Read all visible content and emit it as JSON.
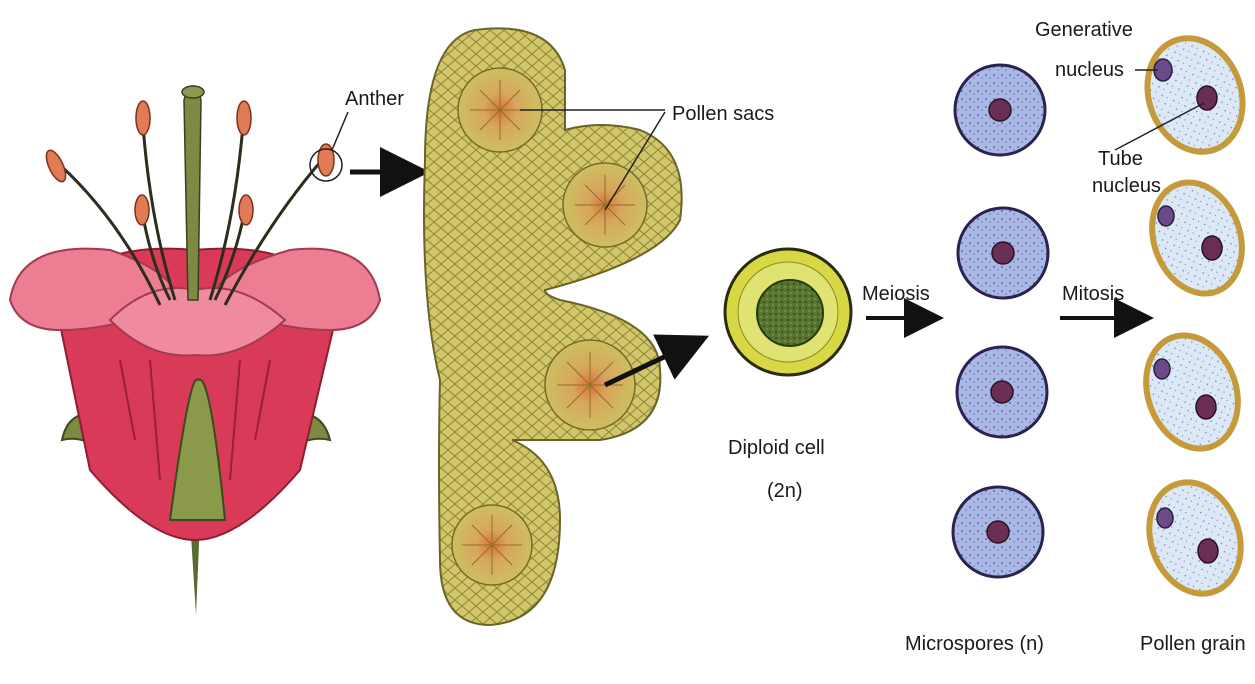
{
  "labels": {
    "anther": "Anther",
    "pollen_sacs": "Pollen sacs",
    "diploid_cell": "Diploid cell",
    "diploid_ploidy": "(2n)",
    "meiosis": "Meiosis",
    "mitosis": "Mitosis",
    "microspores": "Microspores (n)",
    "pollen_grain": "Pollen grain",
    "generative_1": "Generative",
    "generative_2": "nucleus",
    "tube_1": "Tube",
    "tube_2": "nucleus"
  },
  "colors": {
    "petal_dark": "#d83a57",
    "petal_light": "#ec7d92",
    "sepal": "#6a7a3e",
    "anther_tissue": "#c9bb5a",
    "pollen_sac": "#d99a55",
    "diploid_ring": "#d8d84a",
    "diploid_core": "#4f6a2c",
    "microspore": "#a7b5e3",
    "microspore_nucleus": "#6b2f55",
    "pollen_wall": "#d2aa4e",
    "pollen_fill": "#dce7f6",
    "arrow": "#111111"
  }
}
